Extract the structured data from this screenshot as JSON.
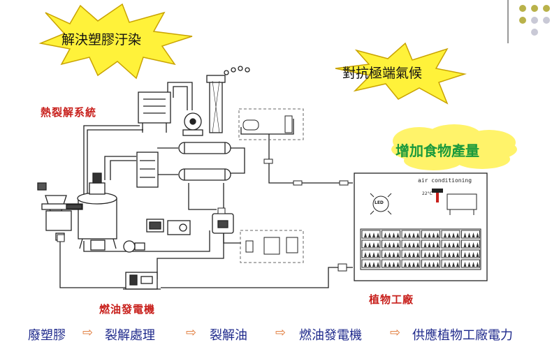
{
  "slide": {
    "burst_left": "解決塑膠汙染",
    "burst_right": "對抗極端氣候",
    "cloud_label": "增加食物產量",
    "system_label": "熱裂解系統",
    "generator_label": "燃油發電機",
    "factory_label": "植物工廠",
    "ac_label": "air conditioning",
    "led_label": "LED",
    "temp_label": "22°C",
    "flow": [
      "廢塑膠",
      "裂解處理",
      "裂解油",
      "燃油發電機",
      "供應植物工廠電力"
    ],
    "flow_arrow": "⇨"
  },
  "colors": {
    "burst_fill": "#fff23a",
    "burst_stroke": "#c9a300",
    "cloud_fill": "#fff36a",
    "cloud_text": "#1a9a3c",
    "red_label": "#c8201c",
    "flow_text": "#1f2a8c",
    "flow_arrow": "#e07a3a",
    "dot_olive": "#b9b24a",
    "dot_grey": "#c9c9d6"
  }
}
